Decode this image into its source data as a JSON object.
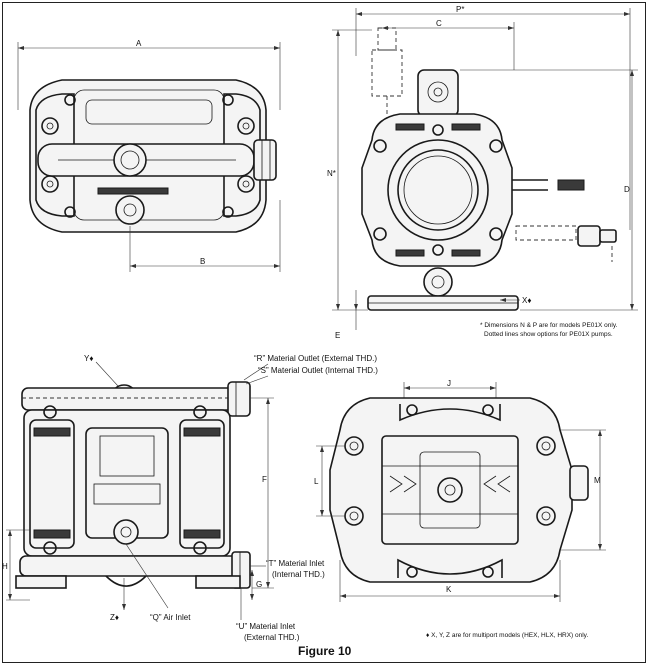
{
  "figure": {
    "title": "Figure 10"
  },
  "top_view": {
    "dims": {
      "a": "A",
      "b": "B"
    }
  },
  "side_view": {
    "dims": {
      "p": "P*",
      "c": "C",
      "d": "D",
      "n": "N*",
      "e": "E",
      "x": "X♦"
    },
    "note_line1": "* Dimensions N & P are for models PE01X only.",
    "note_line2": "Dotted lines show options for PE01X pumps."
  },
  "front_view": {
    "dims": {
      "y": "Y♦",
      "f": "F",
      "h": "H",
      "g": "G",
      "z": "Z♦"
    },
    "callouts": {
      "r_outlet": "“R” Material Outlet (External THD.)",
      "s_outlet": "“S” Material Outlet (Internal THD.)",
      "t_inlet_line1": "“T” Material Inlet",
      "t_inlet_line2": "(Internal THD.)",
      "q_air": "“Q” Air Inlet",
      "u_inlet_line1": "“U” Material Inlet",
      "u_inlet_line2": "(External THD.)"
    }
  },
  "bottom_view": {
    "dims": {
      "j": "J",
      "l": "L",
      "m": "M",
      "k": "K"
    }
  },
  "footnote": "♦ X, Y, Z are for multiport models (HEX, HLX, HRX) only."
}
